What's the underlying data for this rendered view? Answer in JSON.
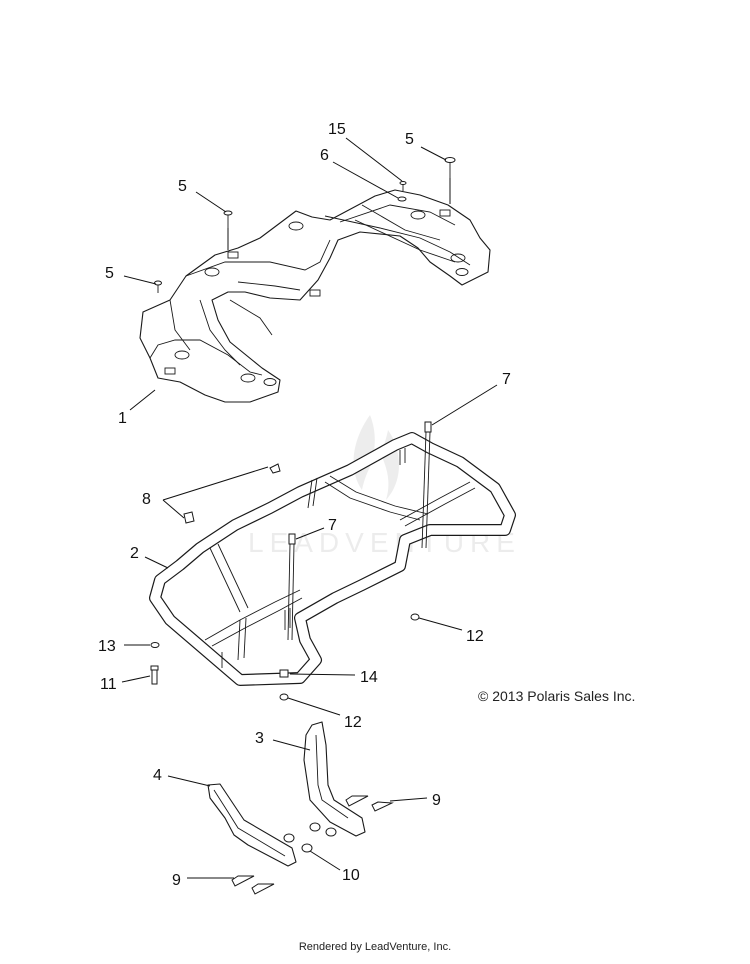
{
  "diagram": {
    "callouts": [
      {
        "label": "15"
      },
      {
        "label": "6"
      },
      {
        "label": "5"
      },
      {
        "label": "5"
      },
      {
        "label": "5"
      },
      {
        "label": "1"
      },
      {
        "label": "7"
      },
      {
        "label": "8"
      },
      {
        "label": "2"
      },
      {
        "label": "7"
      },
      {
        "label": "13"
      },
      {
        "label": "11"
      },
      {
        "label": "14"
      },
      {
        "label": "12"
      },
      {
        "label": "12"
      },
      {
        "label": "3"
      },
      {
        "label": "4"
      },
      {
        "label": "9"
      },
      {
        "label": "9"
      },
      {
        "label": "10"
      }
    ],
    "watermark": "LEADVENTURE",
    "copyright": "© 2013 Polaris Sales Inc.",
    "footer": "Rendered by LeadVenture, Inc."
  }
}
